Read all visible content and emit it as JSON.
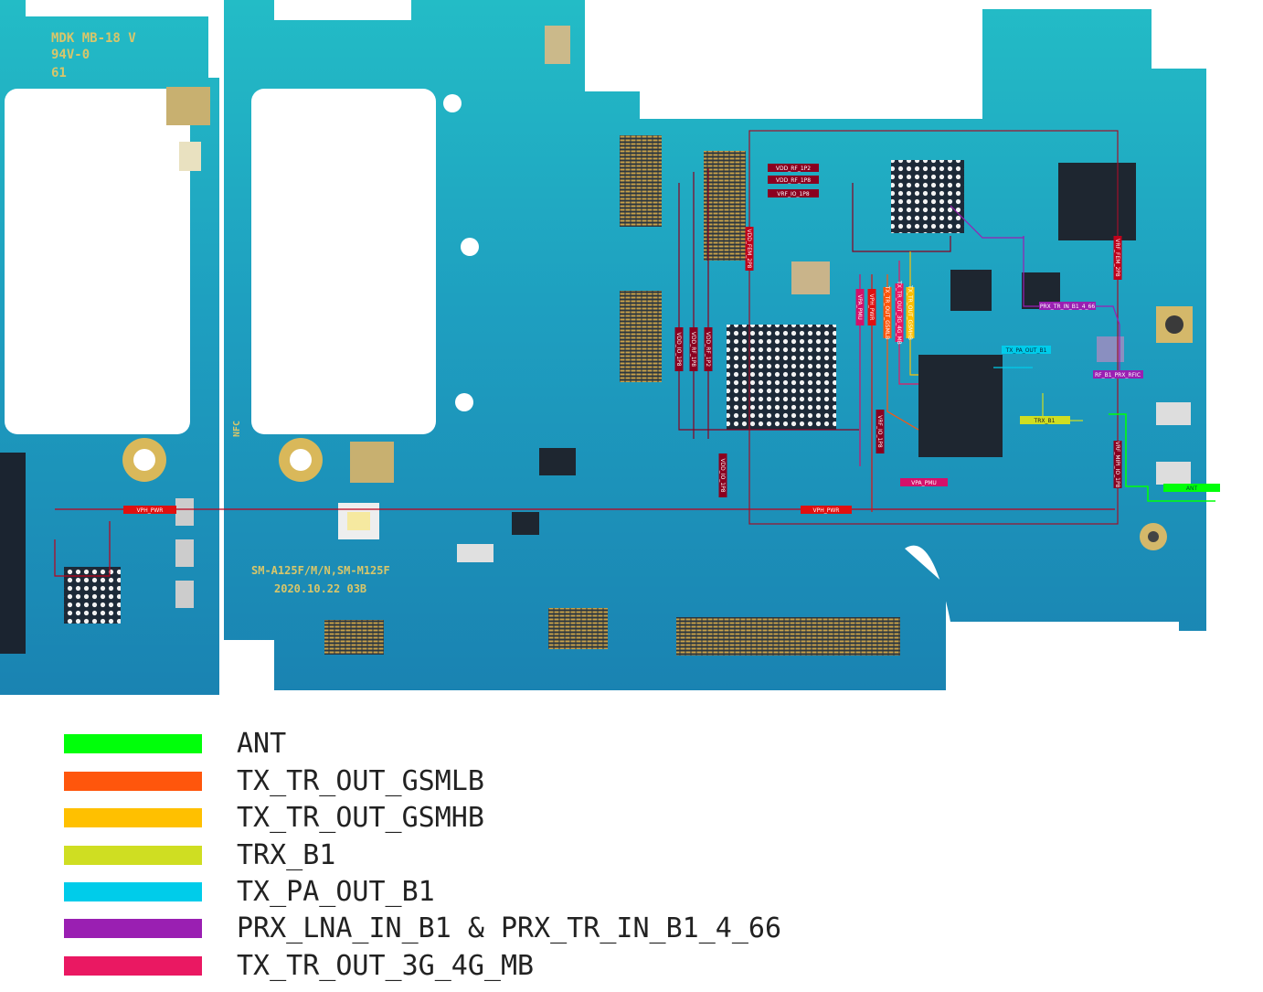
{
  "board": {
    "silkscreen": {
      "line1": "MDK MB-18 V",
      "line2": "94V-0",
      "line3": "61",
      "model": "SM-A125F/M/N,SM-M125F",
      "date": "2020.10.22  03B",
      "nfc": "NFC"
    },
    "labels": {
      "vdd_rf_1p2_h": "VDD_RF_1P2",
      "vdd_rf_1p8_h": "VDD_RF_1P8",
      "vrf_io_1p8_h": "VRF_IO_1P8",
      "vdd_fem_2p8": "VDD_FEM_2P8",
      "vdd_io_1p8_a": "VDD_IO_1P8",
      "vdd_rf_1p8_v": "VDD_RF_1P8",
      "vdd_rf_1p2_v": "VDD_RF_1P2",
      "vpa_pmu_v": "VPA_PMU",
      "vph_pwr_v": "VPH_PWR",
      "tx_gsmlb": "TX_TR_OUT_GSMLB",
      "tx_3g4g": "TX_TR_OUT_3G_4G_MB",
      "tx_gsmhb": "TX_TR_OUT_GSMHB",
      "vrf_fem_2p8": "VRF_FEM_2P8",
      "prx_tr_in": "PRX_TR_IN_B1_4_66",
      "tx_pa_out": "TX_PA_OUT_B1",
      "rf_b1_prx": "RF_B1_PRX_RFIC",
      "trx_b1": "TRX_B1",
      "vrf_mipi": "VRF_MIPI_IO_1P8",
      "ant": "ANT",
      "vrf_io_1p8_v": "VRF_IO_1P8",
      "vpa_pmu_h": "VPA_PMU",
      "vph_pwr_left": "VPH_PWR",
      "vph_pwr_right": "VPH_PWR",
      "vdd_io_1p8_b": "VDD_IO_1P8"
    }
  },
  "legend": [
    {
      "label": "ANT",
      "color": "#00ff0a"
    },
    {
      "label": "TX_TR_OUT_GSMLB",
      "color": "#ff560c"
    },
    {
      "label": "TX_TR_OUT_GSMHB",
      "color": "#ffc000"
    },
    {
      "label": "TRX_B1",
      "color": "#cfde22"
    },
    {
      "label": "TX_PA_OUT_B1",
      "color": "#00ccea"
    },
    {
      "label": "PRX_LNA_IN_B1 & PRX_TR_IN_B1_4_66",
      "color": "#9a1fb2"
    },
    {
      "label": "TX_TR_OUT_3G_4G_MB",
      "color": "#ea1862"
    }
  ],
  "colors": {
    "board_teal": "#22b9c4",
    "board_blue": "#1a86b3",
    "power_net": "#c0001a",
    "dark_net": "#8b0020"
  }
}
